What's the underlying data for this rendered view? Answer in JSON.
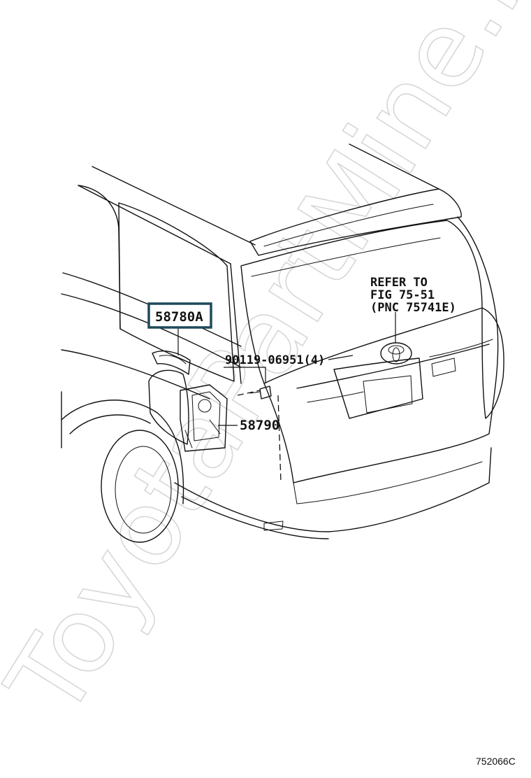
{
  "callouts": {
    "part_58780a": "58780A",
    "part_90119": "90119-06951(4)",
    "part_58790": "58790",
    "refer_line1": "REFER TO",
    "refer_line2": "FIG 75-51",
    "refer_line3": "(PNC 75741E)"
  },
  "figure_number": "752066C",
  "watermark": "ToyotaPartMine.ru",
  "colors": {
    "line": "#111111",
    "highlight_box": "#1e4a5a",
    "watermark": "#d6d6d6"
  }
}
